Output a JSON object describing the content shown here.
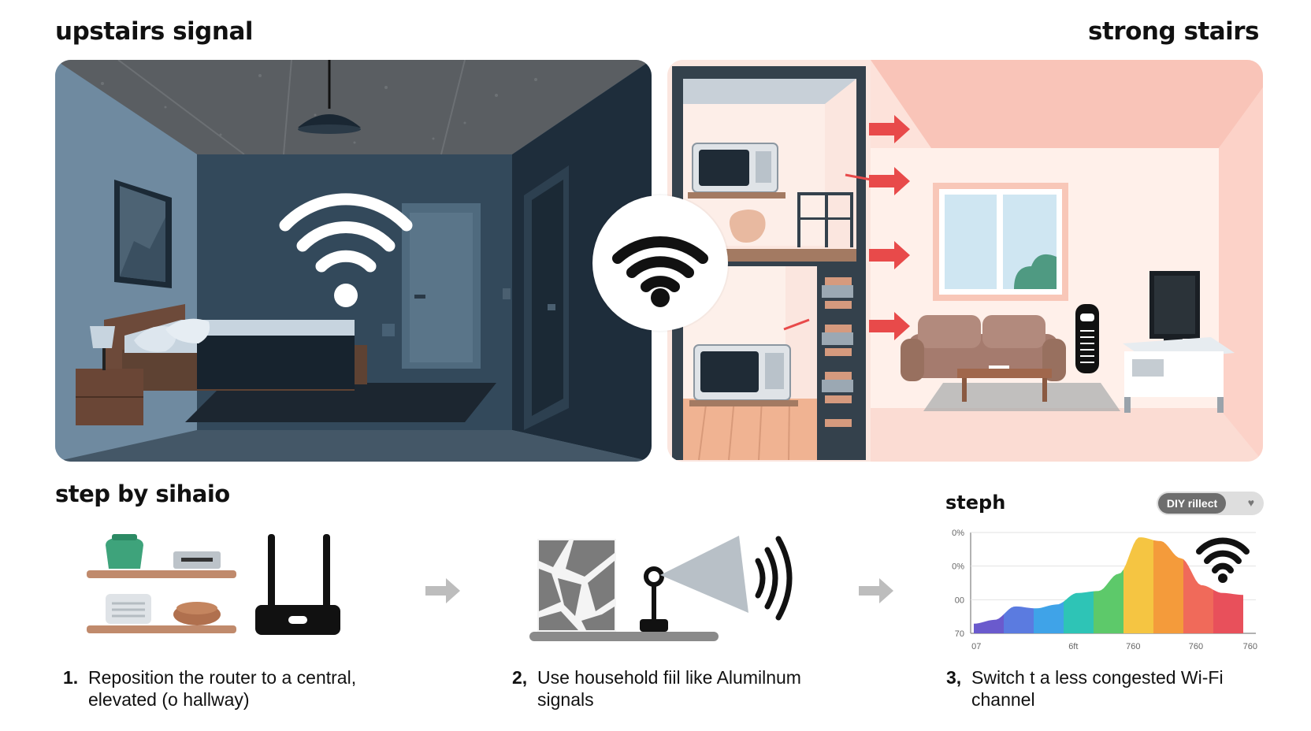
{
  "headings": {
    "left": "upstairs signal",
    "right": "strong stairs",
    "steps": "step by sihaio"
  },
  "steps": [
    {
      "number": "1.",
      "text": "Reposition the router to a central,\nelevated (o hallway)"
    },
    {
      "number": "2,",
      "text": "Use household fiil like Alumilnum\nsignals"
    },
    {
      "number": "3,",
      "text": "Switch t a less congested Wi-Fi\nchannel"
    }
  ],
  "chart_panel": {
    "title": "steph",
    "toggle_label": "DIY rillect",
    "toggle_icon": "heart-icon"
  },
  "colors": {
    "left_panel_bg": "#5c7589",
    "right_panel_bg": "#fbd6cc",
    "arrow_red": "#e84a4a",
    "step_arrow_gray": "#bdbdbd"
  },
  "icons": [
    "wifi-icon",
    "router-icon",
    "speaker-icon",
    "microwave-icon",
    "sofa-icon",
    "tv-icon",
    "bed-icon",
    "lamp-icon"
  ],
  "chart_data": {
    "type": "area",
    "ytick_labels": [
      "0%",
      "0%",
      "00",
      "70"
    ],
    "xtick_labels": [
      "07",
      "6ft",
      "760",
      "760",
      "760"
    ],
    "series": [
      {
        "values": [
          10,
          14,
          28,
          26,
          30,
          42,
          44,
          62,
          100,
          96,
          78,
          50,
          42,
          40
        ]
      }
    ],
    "band_colors": [
      "#6a5acd",
      "#5b7be0",
      "#3fa3e8",
      "#2ec4b6",
      "#5dc96a",
      "#f5c542",
      "#f49b3b",
      "#f06a5a",
      "#e8505b"
    ],
    "grid": true
  }
}
